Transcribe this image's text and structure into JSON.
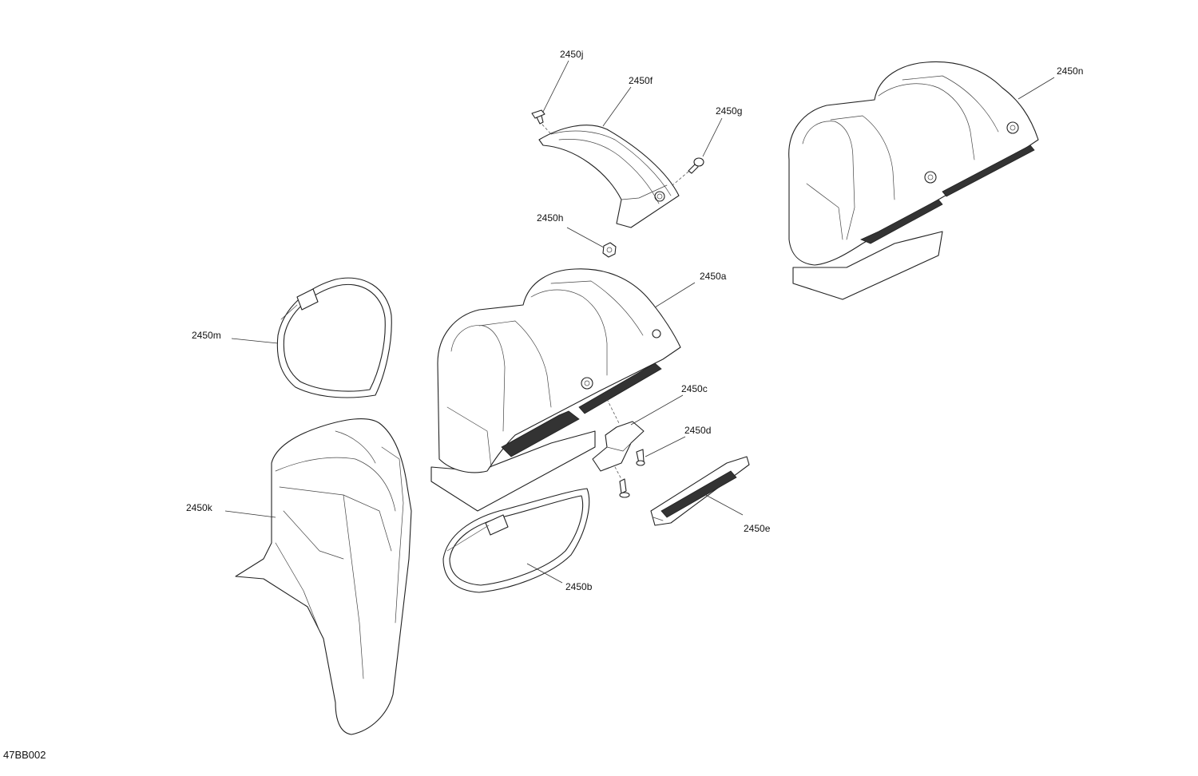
{
  "diagram": {
    "document_code": "47BB002",
    "callouts": {
      "a": "2450a",
      "b": "2450b",
      "c": "2450c",
      "d": "2450d",
      "e": "2450e",
      "f": "2450f",
      "g": "2450g",
      "h": "2450h",
      "j": "2450j",
      "k": "2450k",
      "m": "2450m",
      "n": "2450n"
    }
  }
}
